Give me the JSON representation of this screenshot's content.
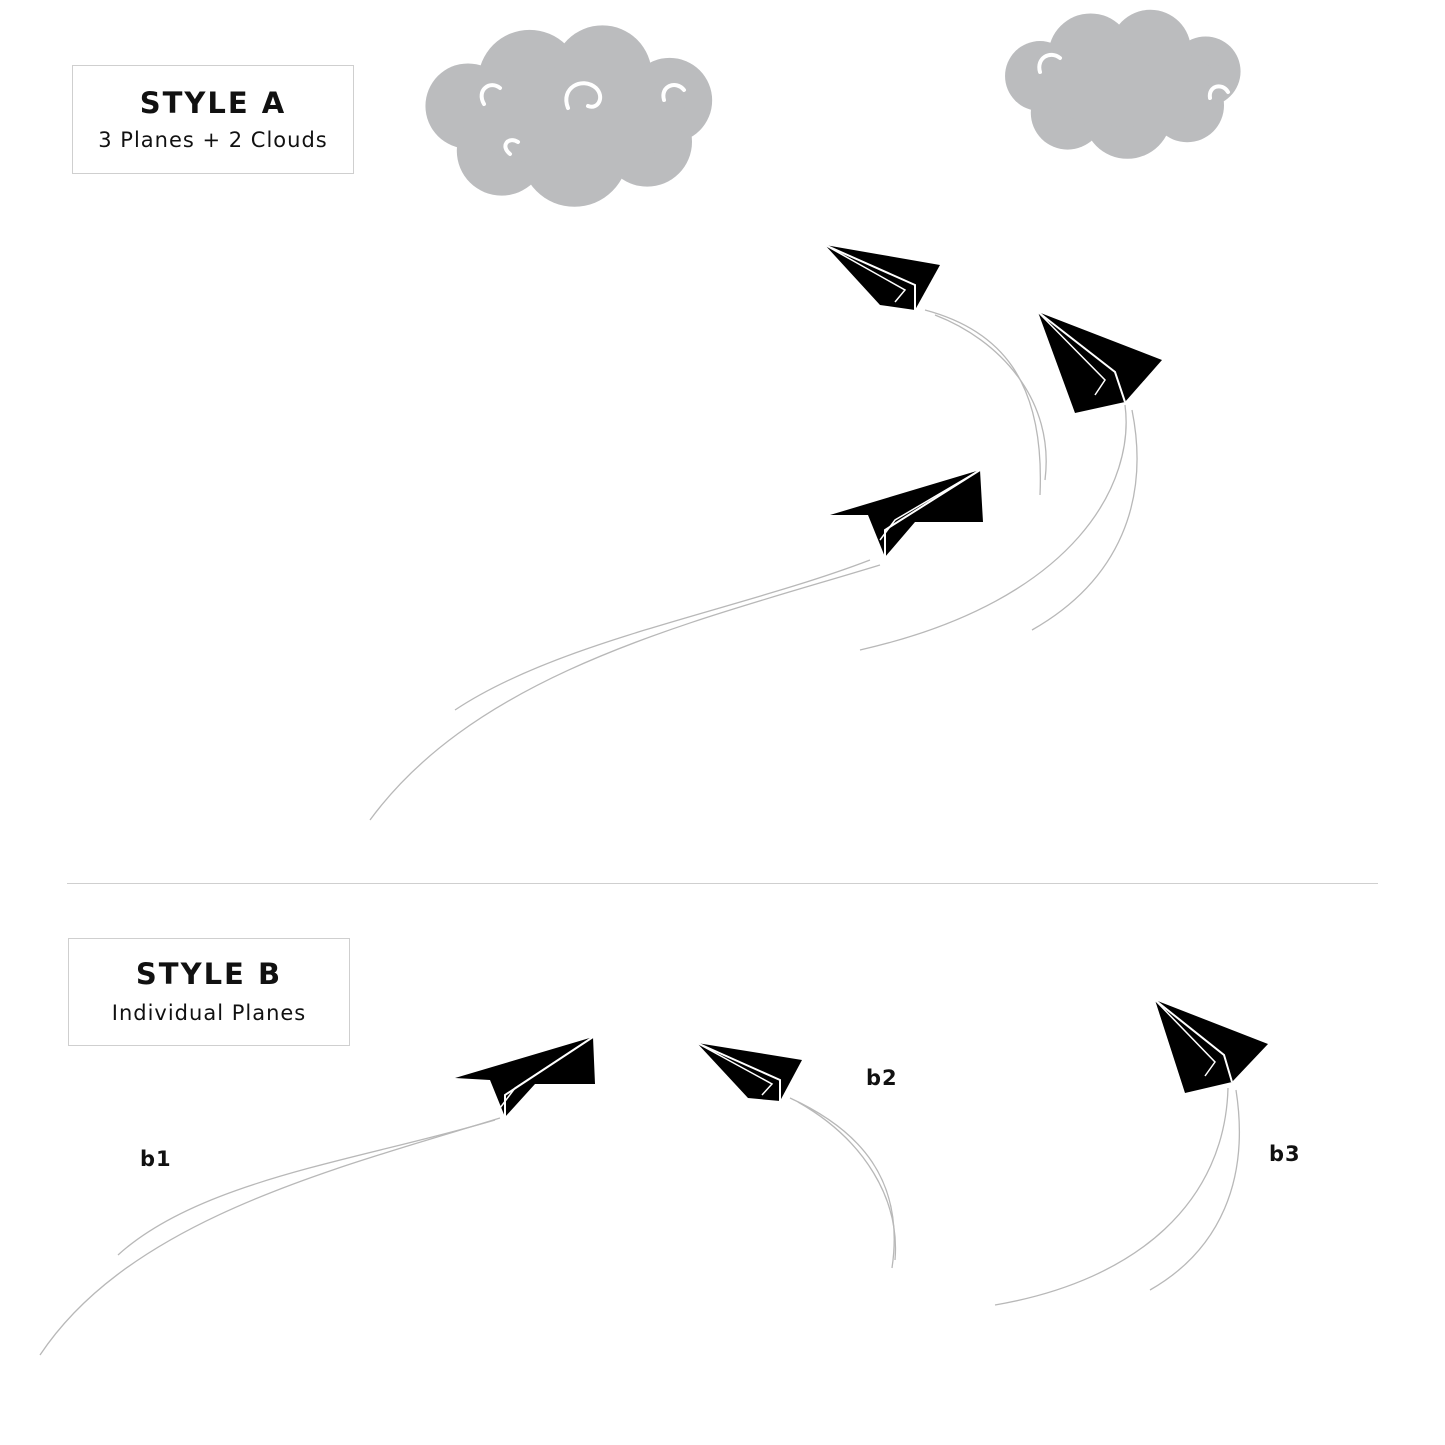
{
  "style_a": {
    "title": "STYLE A",
    "subtitle": "3 Planes + 2 Clouds"
  },
  "style_b": {
    "title": "STYLE B",
    "subtitle": "Individual Planes"
  },
  "variants": {
    "b1": "b1",
    "b2": "b2",
    "b3": "b3"
  },
  "colors": {
    "plane": "#000000",
    "cloud": "#bbbcbe",
    "trail": "#b8b8b8",
    "divider": "#cfcfcf",
    "background": "#ffffff"
  },
  "icons": [
    "cloud-icon",
    "paper-plane-icon"
  ]
}
